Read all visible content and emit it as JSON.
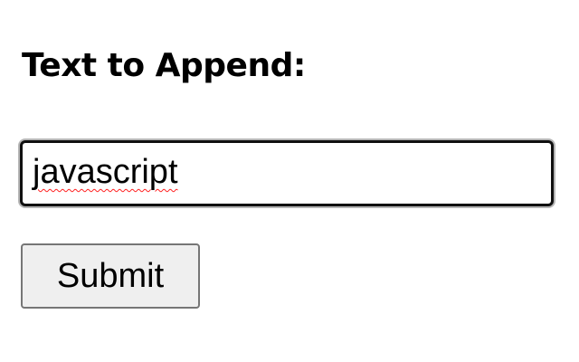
{
  "form": {
    "label": "Text to Append:",
    "input_value": "javascript",
    "submit_label": "Submit"
  },
  "colors": {
    "input_border": "#101010",
    "focus_ring": "#b5b5b5",
    "button_bg": "#efefef",
    "button_border": "#767676",
    "spellcheck_underline": "#ff2020"
  }
}
